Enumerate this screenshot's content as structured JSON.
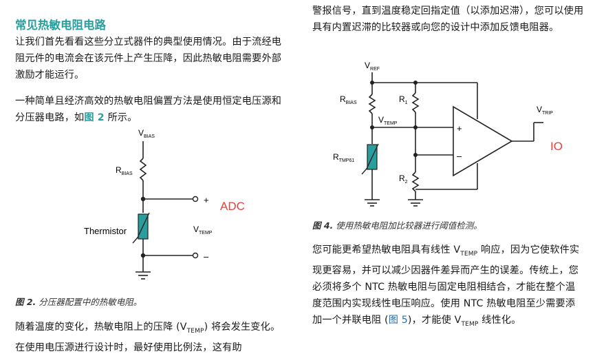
{
  "left": {
    "heading": "常见热敏电阻电路",
    "p1": "让我们首先看看这些分立式器件的典型使用情况。由于流经电阻元件的电流会在该元件上产生压降，因此热敏电阻需要外部激励才能运行。",
    "p2_a": "一种简单且经济高效的热敏电阻偏置方法是使用恒定电压源和分压器电路，如",
    "p2_link": "图 2",
    "p2_b": " 所示。",
    "fig2": {
      "vbias": "V",
      "vbias_sub": "BIAS",
      "rbias": "R",
      "rbias_sub": "BIAS",
      "thermistor": "Thermistor",
      "vtemp": "V",
      "vtemp_sub": "TEMP",
      "plus": "+",
      "minus": "–",
      "adc": "ADC",
      "caption_num": "图 2.",
      "caption": " 分压器配置中的热敏电阻。"
    },
    "p3_a": "随着温度的变化，热敏电阻上的压降 (V",
    "p3_sub": "TEMP",
    "p3_b": ") 将会发生变化。在使用电压源进行设计时，最好使用比例法，这有助"
  },
  "right": {
    "p1": "警报信号，直到温度稳定回指定值（以添加迟滞），您可以使用具有内置迟滞的比较器或向您的设计中添加反馈电阻器。",
    "fig4": {
      "vref": "V",
      "vref_sub": "REF",
      "rbias": "R",
      "rbias_sub": "BIAS",
      "r1": "R",
      "r1_sub": "1",
      "vtemp": "V",
      "vtemp_sub": "TEMP",
      "vtrip": "V",
      "vtrip_sub": "TRIP",
      "plus": "+",
      "minus": "–",
      "io": "IO",
      "rtmp": "R",
      "rtmp_sub": "TMP61",
      "r2": "R",
      "r2_sub": "2",
      "caption_num": "图 4.",
      "caption": " 使用热敏电阻加比较器进行阈值检测。"
    },
    "p2_a": "您可能更希望热敏电阻具有线性 V",
    "p2_sub": "TEMP",
    "p2_b": " 响应，因为它使软件实现更容易，并可以减少因器件差异而产生的误差。传统上，您必须将多个 NTC 热敏电阻与固定电阻相结合，才能在整个温度范围内实现线性电压响应。使用 NTC 热敏电阻至少需要添加一个并联电阻 (",
    "p2_link": "图 5",
    "p2_c": ")，才能使 V",
    "p2_sub2": "TEMP",
    "p2_d": " 线性化。"
  },
  "colors": {
    "teal": "#2a9d9d",
    "red": "#e8403a",
    "thermistor": "#2a9d9d"
  }
}
